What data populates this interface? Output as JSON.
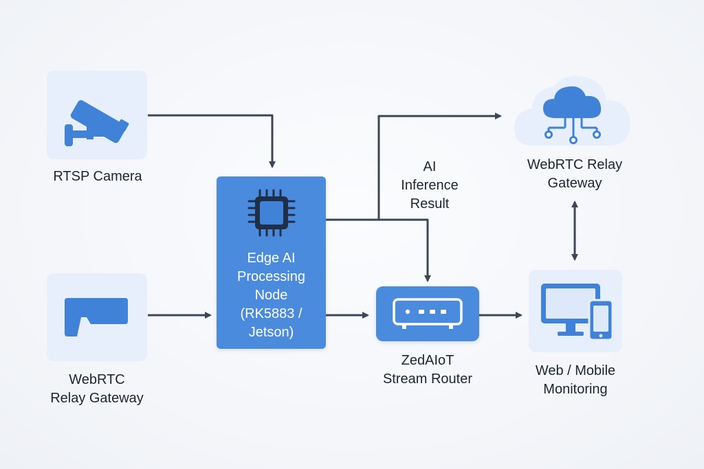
{
  "nodes": {
    "rtsp_camera": {
      "label": "RTSP Camera"
    },
    "webrtc_gateway_left": {
      "lines": [
        "WebRTC",
        "Relay Gateway"
      ]
    },
    "edge_ai_node": {
      "lines": [
        "Edge AI",
        "Processing",
        "Node",
        "(RK5883 /",
        "Jetson)"
      ]
    },
    "stream_router": {
      "lines": [
        "ZedAIoT",
        "Stream Router"
      ]
    },
    "webrtc_gateway_right": {
      "lines": [
        "WebRTC Relay",
        "Gateway"
      ]
    },
    "web_mobile": {
      "lines": [
        "Web / Mobile",
        "Monitoring"
      ]
    }
  },
  "edge_labels": {
    "inference": {
      "lines": [
        "AI",
        "Inference",
        "Result"
      ]
    }
  },
  "colors": {
    "accent": "#4a8bde",
    "tile": "#e6effb",
    "arrow": "#3b4658"
  },
  "icons": [
    "cctv-camera-icon",
    "gateway-device-icon",
    "chip-icon",
    "router-icon",
    "cloud-network-icon",
    "monitor-phone-icon"
  ]
}
